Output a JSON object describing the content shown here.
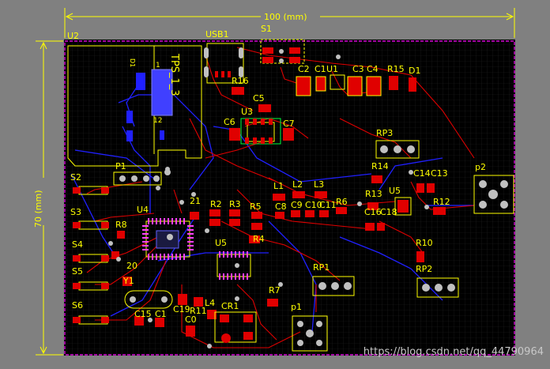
{
  "dimensions": {
    "width_label": "100 (mm)",
    "height_label": "70 (mm)"
  },
  "watermark": "https://blog.csdn.net/qq_44790964",
  "board_text": {
    "usb_part": "TPS_1_3",
    "num_1": "1",
    "num_12": "12",
    "small_mark": "D1"
  },
  "designators": [
    {
      "id": "U2",
      "text": "U2"
    },
    {
      "id": "USB1",
      "text": "USB1"
    },
    {
      "id": "S1",
      "text": "S1"
    },
    {
      "id": "C2",
      "text": "C2"
    },
    {
      "id": "C1",
      "text": "C1"
    },
    {
      "id": "U1",
      "text": "U1"
    },
    {
      "id": "C3",
      "text": "C3"
    },
    {
      "id": "C4",
      "text": "C4"
    },
    {
      "id": "R15",
      "text": "R15"
    },
    {
      "id": "D1",
      "text": "D1"
    },
    {
      "id": "R16",
      "text": "R16"
    },
    {
      "id": "C5",
      "text": "C5"
    },
    {
      "id": "U3",
      "text": "U3"
    },
    {
      "id": "C6",
      "text": "C6"
    },
    {
      "id": "C7",
      "text": "C7"
    },
    {
      "id": "RP3",
      "text": "RP3"
    },
    {
      "id": "R14",
      "text": "R14"
    },
    {
      "id": "C14",
      "text": "C14"
    },
    {
      "id": "C13",
      "text": "C13"
    },
    {
      "id": "p2",
      "text": "p2"
    },
    {
      "id": "S2",
      "text": "S2"
    },
    {
      "id": "P1",
      "text": "P1"
    },
    {
      "id": "S3",
      "text": "S3"
    },
    {
      "id": "U4",
      "text": "U4"
    },
    {
      "id": "21",
      "text": "21"
    },
    {
      "id": "R2",
      "text": "R2"
    },
    {
      "id": "R3",
      "text": "R3"
    },
    {
      "id": "L1",
      "text": "L1"
    },
    {
      "id": "L2",
      "text": "L2"
    },
    {
      "id": "L3",
      "text": "L3"
    },
    {
      "id": "R5",
      "text": "R5"
    },
    {
      "id": "C8",
      "text": "C8"
    },
    {
      "id": "C9",
      "text": "C9"
    },
    {
      "id": "C10",
      "text": "C10"
    },
    {
      "id": "C11",
      "text": "C11"
    },
    {
      "id": "R6",
      "text": "R6"
    },
    {
      "id": "R13",
      "text": "R13"
    },
    {
      "id": "U5b",
      "text": "U5"
    },
    {
      "id": "C16",
      "text": "C16"
    },
    {
      "id": "C18",
      "text": "C18"
    },
    {
      "id": "R12",
      "text": "R12"
    },
    {
      "id": "R8",
      "text": "R8"
    },
    {
      "id": "S4",
      "text": "S4"
    },
    {
      "id": "R4",
      "text": "R4"
    },
    {
      "id": "U5",
      "text": "U5"
    },
    {
      "id": "R10",
      "text": "R10"
    },
    {
      "id": "RP1",
      "text": "RP1"
    },
    {
      "id": "RP2",
      "text": "RP2"
    },
    {
      "id": "S5",
      "text": "S5"
    },
    {
      "id": "20",
      "text": "20"
    },
    {
      "id": "Y1",
      "text": "Y1"
    },
    {
      "id": "R7",
      "text": "R7"
    },
    {
      "id": "S6",
      "text": "S6"
    },
    {
      "id": "C19",
      "text": "C19"
    },
    {
      "id": "R11",
      "text": "R11"
    },
    {
      "id": "L4",
      "text": "L4"
    },
    {
      "id": "CR1",
      "text": "CR1"
    },
    {
      "id": "p1",
      "text": "p1"
    },
    {
      "id": "C15",
      "text": "C15"
    },
    {
      "id": "C17",
      "text": "C1"
    },
    {
      "id": "C0",
      "text": "C0"
    }
  ],
  "colors": {
    "board": "#000000",
    "grid": "#1c1c1c",
    "outline": "#ff00ff",
    "top_copper": "#ff0000",
    "bottom_copper": "#0000ff",
    "silkscreen": "#ffff00",
    "pad": "#c0c0c0"
  }
}
